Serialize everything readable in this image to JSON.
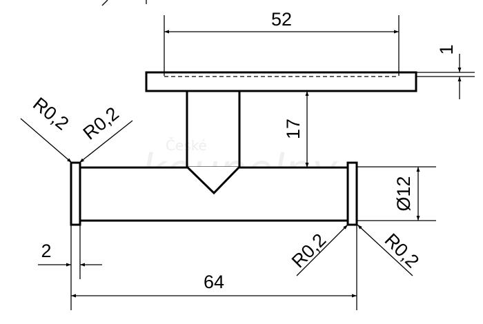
{
  "watermark": {
    "line1": "České",
    "line2": "koupelny"
  },
  "dimensions": {
    "plate_width": "52",
    "plate_thickness": "1",
    "stem_height": "17",
    "tube_diameter": "Ø12",
    "total_length": "64",
    "end_cap_width": "2",
    "radius_top_left_a": "R0,2",
    "radius_top_left_b": "R0,2",
    "radius_bottom_right_a": "R0,2",
    "radius_bottom_right_b": "R0,2"
  },
  "colors": {
    "line": "#000000",
    "background": "#ffffff",
    "watermark": "#eeeeee"
  }
}
